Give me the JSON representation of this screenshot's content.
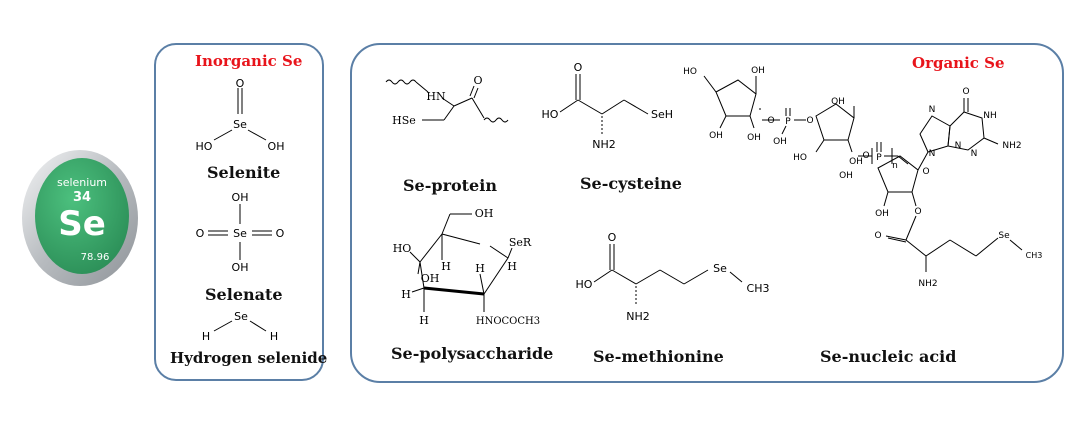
{
  "element_badge": {
    "name": "selenium",
    "number": "34",
    "symbol": "Se",
    "mass": "78.96",
    "colors": {
      "face": "#38a66b",
      "rim": "#c9cccf"
    }
  },
  "inorganic": {
    "title": "Inorganic Se",
    "compounds": [
      {
        "name": "Selenite",
        "atoms": [
          "O",
          "Se",
          "HO",
          "OH"
        ]
      },
      {
        "name": "Selenate",
        "atoms": [
          "OH",
          "O",
          "Se",
          "O",
          "OH"
        ]
      },
      {
        "name": "Hydrogen selenide",
        "atoms": [
          "Se",
          "H",
          "H"
        ]
      }
    ]
  },
  "organic": {
    "title": "Organic Se",
    "compounds": [
      {
        "name": "Se-protein",
        "atoms": [
          "HN",
          "O",
          "HSe"
        ]
      },
      {
        "name": "Se-cysteine",
        "atoms": [
          "O",
          "HO",
          "SeH",
          "NH2"
        ]
      },
      {
        "name": "Se-polysaccharide",
        "atoms": [
          "OH",
          "SeR",
          "HO",
          "H",
          "OH",
          "H",
          "H",
          "H",
          "H",
          "HNOCOCH3"
        ]
      },
      {
        "name": "Se-methionine",
        "atoms": [
          "O",
          "HO",
          "Se",
          "CH3",
          "NH2"
        ]
      },
      {
        "name": "Se-nucleic acid",
        "atoms": [
          "HO",
          "OH",
          "OH",
          "OH",
          "O",
          "P",
          "O",
          "OH",
          "OH",
          "OH",
          "HO",
          "O",
          "P",
          "OH",
          "n",
          "N",
          "N",
          "O",
          "NH",
          "N",
          "N",
          "NH2",
          "O",
          "OH",
          "O",
          "O",
          "Se",
          "CH3",
          "NH2"
        ]
      }
    ]
  },
  "colors": {
    "title_red": "#e8141b",
    "frame_blue": "#5b7fa6"
  }
}
